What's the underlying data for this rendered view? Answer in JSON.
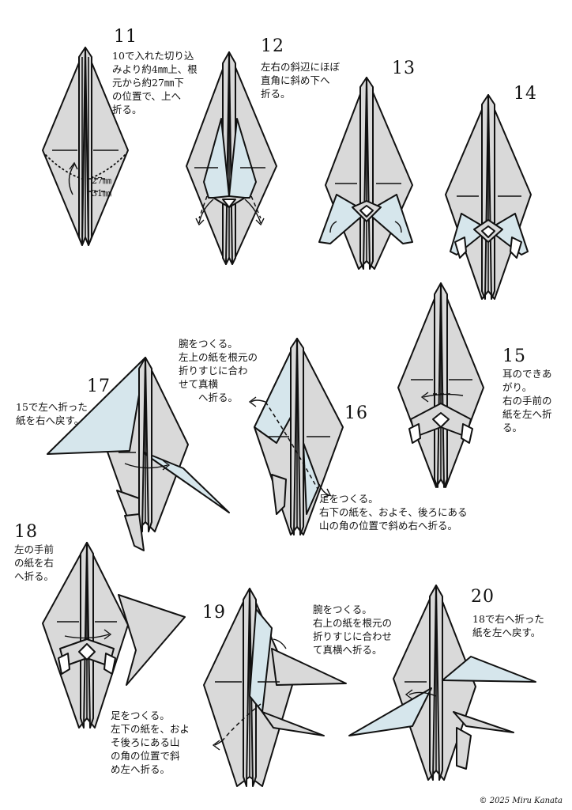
{
  "steps": [
    {
      "num": "11",
      "text": "10で入れた切り込\nみより約4㎜上、根\n元から約27㎜下\nの位置で、上へ\n折る。"
    },
    {
      "num": "12",
      "text": "左右の斜辺にほぼ\n直角に斜め下へ\n折る。"
    },
    {
      "num": "13",
      "text": ""
    },
    {
      "num": "14",
      "text": ""
    },
    {
      "num": "15",
      "text": "耳のできあ\nがり。\n右の手前の\n紙を左へ折\nる。"
    },
    {
      "num": "16",
      "text": "足をつくる。\n右下の紙を、およそ、後ろにある\n山の角の位置で斜め右へ折る。"
    },
    {
      "num": "17",
      "text": "15で左へ折った\n紙を右へ戻す。"
    },
    {
      "num": "18",
      "text": "左の手前\nの紙を右\nへ折る。"
    },
    {
      "num": "19",
      "text": "足をつくる。\n左下の紙を、およ\nそ後ろにある山\nの角の位置で斜\nめ左へ折る。"
    },
    {
      "num": "20",
      "text": "18で右へ折った\n紙を左へ戻す。"
    }
  ],
  "notes": {
    "step16_arm": "腕をつくる。\n左上の紙を根元の\n折りすじに合わ\nせて真横\n　　へ折る。",
    "step19_arm": "腕をつくる。\n右上の紙を根元の\n折りすじに合わせ\nて真横へ折る。"
  },
  "measurements": {
    "upper": "27㎜",
    "lower": "31㎜"
  },
  "copyright": "© 2025 Miru Kanata",
  "colors": {
    "paper": "#d9d9d9",
    "light": "#d6e6ec",
    "ink": "#111111"
  }
}
